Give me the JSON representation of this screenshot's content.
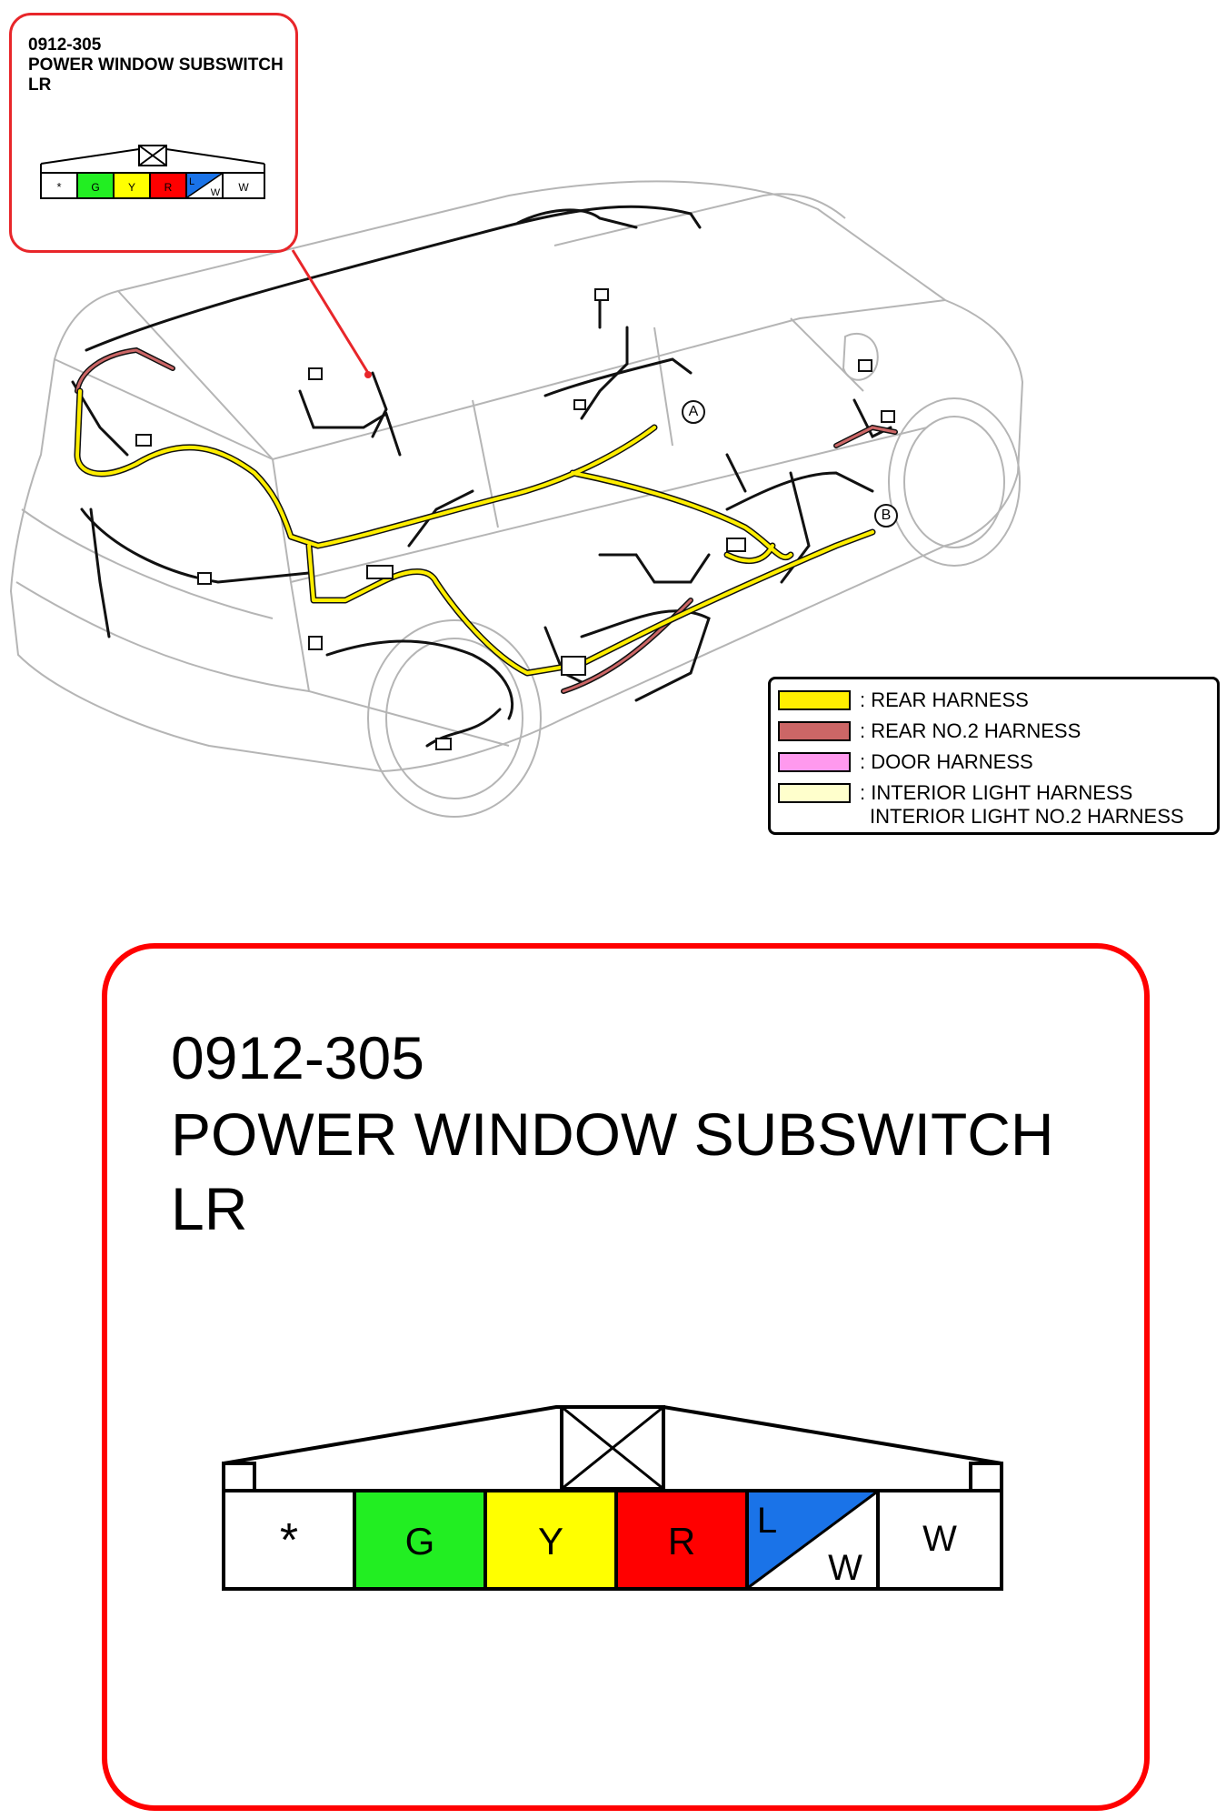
{
  "connector": {
    "code": "0912-305",
    "name": "POWER WINDOW SUBSWITCH",
    "position": "LR",
    "pins": [
      {
        "label": "*",
        "fill": "#ffffff"
      },
      {
        "label": "G",
        "fill": "#22ee22"
      },
      {
        "label": "Y",
        "fill": "#ffff00"
      },
      {
        "label": "R",
        "fill": "#ff0000"
      },
      {
        "label_top": "L",
        "label_bottom": "W",
        "fill": "#1a73e8",
        "fill2": "#ffffff"
      },
      {
        "label": "W",
        "fill": "#ffffff"
      }
    ]
  },
  "legend": {
    "items": [
      {
        "label": ": REAR HARNESS",
        "color": "#ffee00"
      },
      {
        "label": ": REAR NO.2 HARNESS",
        "color": "#cc6666"
      },
      {
        "label": ": DOOR HARNESS",
        "color": "#ff99ee"
      },
      {
        "label": ": INTERIOR LIGHT HARNESS",
        "label2": "INTERIOR LIGHT NO.2 HARNESS",
        "color": "#ffffcc"
      }
    ]
  },
  "markers": {
    "a": "A",
    "b": "B"
  },
  "colors": {
    "callout_border": "#ff0000",
    "rear_harness": "#ffee00",
    "rear_no2": "#cc6666",
    "wire": "#111111"
  }
}
